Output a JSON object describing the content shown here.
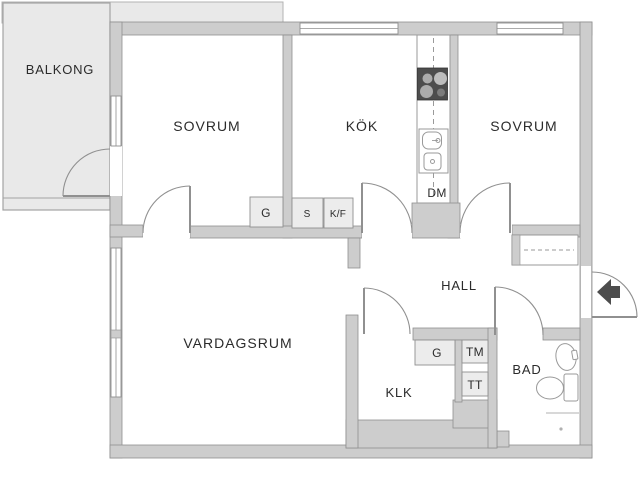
{
  "floorplan": {
    "balcony": {
      "label": "BALKONG"
    },
    "rooms": {
      "bedroom_left": {
        "label": "SOVRUM"
      },
      "kitchen": {
        "label": "KÖK"
      },
      "bedroom_right": {
        "label": "SOVRUM"
      },
      "living_room": {
        "label": "VARDAGSRUM"
      },
      "hall": {
        "label": "HALL"
      },
      "walk_in_closet": {
        "label": "KLK"
      },
      "bathroom": {
        "label": "BAD"
      }
    },
    "fixtures": {
      "wardrobe_bedroom": {
        "label": "G"
      },
      "pantry_cabinet": {
        "label": "S"
      },
      "fridge_freezer": {
        "label": "K/F"
      },
      "dishwasher": {
        "label": "DM"
      },
      "wardrobe_hall": {
        "label": "G"
      },
      "washing_machine": {
        "label": "TM"
      },
      "tumble_dryer": {
        "label": "TT"
      }
    },
    "colors": {
      "wall_fill": "#cdcdcd",
      "wall_stroke": "#8f8f8f",
      "balcony_fill": "#e9e9e9",
      "room_fill": "#ffffff",
      "stove_fill": "#4d4d4d",
      "entry_arrow": "#4d4d4d",
      "label_color": "#2b2b2b"
    }
  }
}
